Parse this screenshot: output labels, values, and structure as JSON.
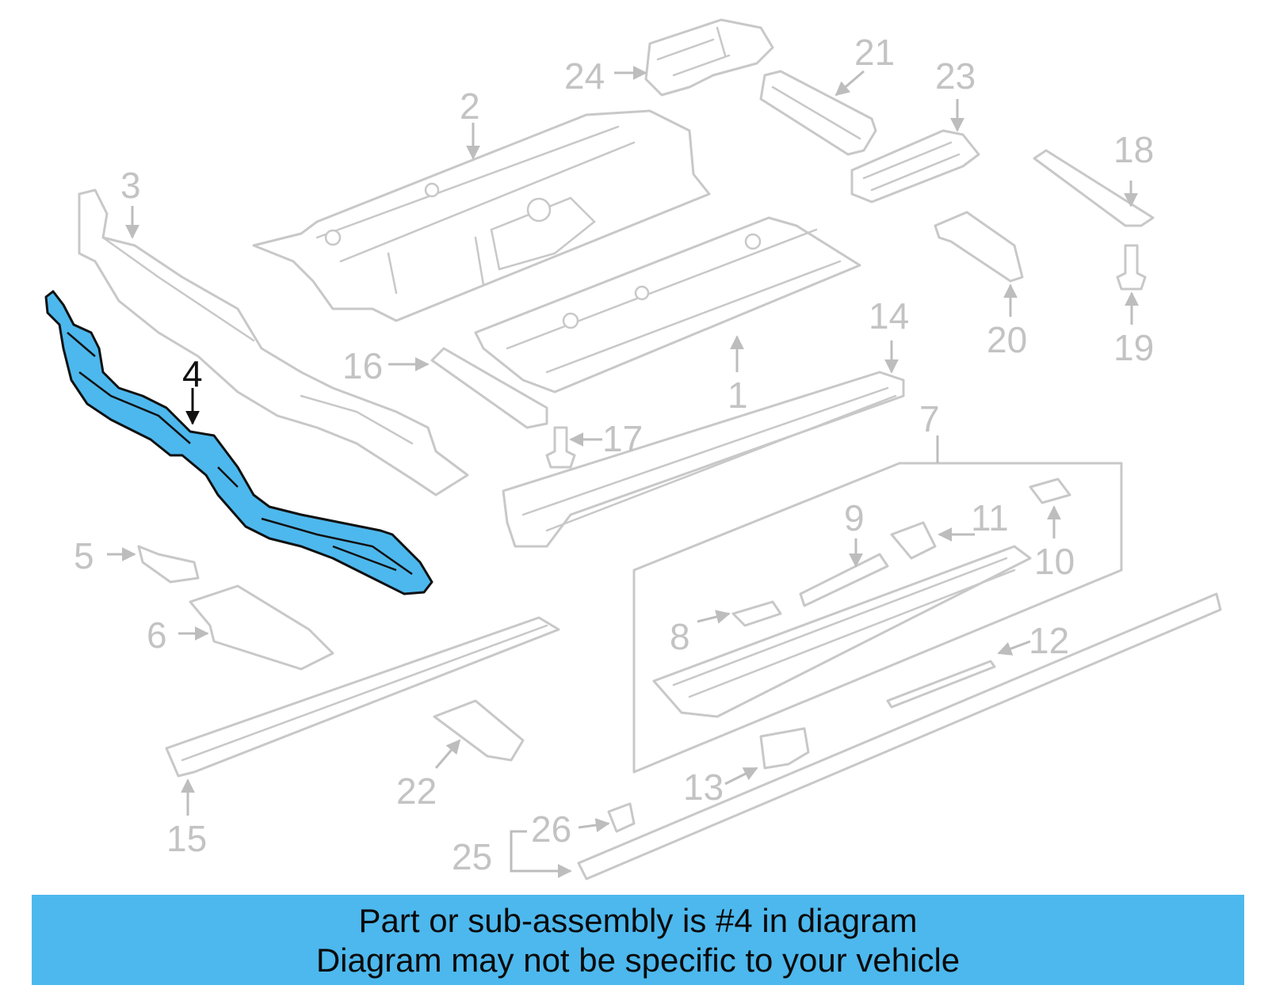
{
  "diagram": {
    "highlighted_part": "4",
    "highlight_color": "#4db8ed",
    "labels": {
      "1": "1",
      "2": "2",
      "3": "3",
      "4": "4",
      "5": "5",
      "6": "6",
      "7": "7",
      "8": "8",
      "9": "9",
      "10": "10",
      "11": "11",
      "12": "12",
      "13": "13",
      "14": "14",
      "15": "15",
      "16": "16",
      "17": "17",
      "18": "18",
      "19": "19",
      "20": "20",
      "21": "21",
      "22": "22",
      "23": "23",
      "24": "24",
      "25": "25",
      "26": "26"
    }
  },
  "banner": {
    "line1": "Part or sub-assembly is #4 in diagram",
    "line2": "Diagram may not be specific to your vehicle",
    "background": "#4db8ed"
  }
}
